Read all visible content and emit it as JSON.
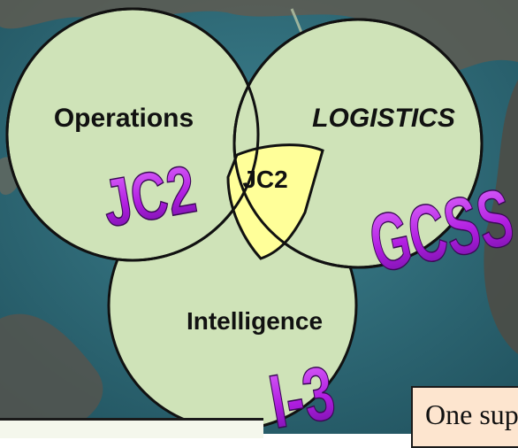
{
  "colors": {
    "ocean": "#2d6a78",
    "land": "#55554f",
    "circle_fill": "#cfe3b8",
    "overlap_fill": "#ffff99",
    "brand_text": "#b01ee0",
    "caption_bg": "#fde5cf"
  },
  "diagram": {
    "operations": {
      "label": "Operations",
      "system": "JC2"
    },
    "logistics": {
      "label": "LOGISTICS",
      "system": "GCSS"
    },
    "intelligence": {
      "label": "Intelligence",
      "system": "I-3"
    },
    "overlap": {
      "label": "JC2"
    }
  },
  "caption": {
    "text": "One supp"
  }
}
